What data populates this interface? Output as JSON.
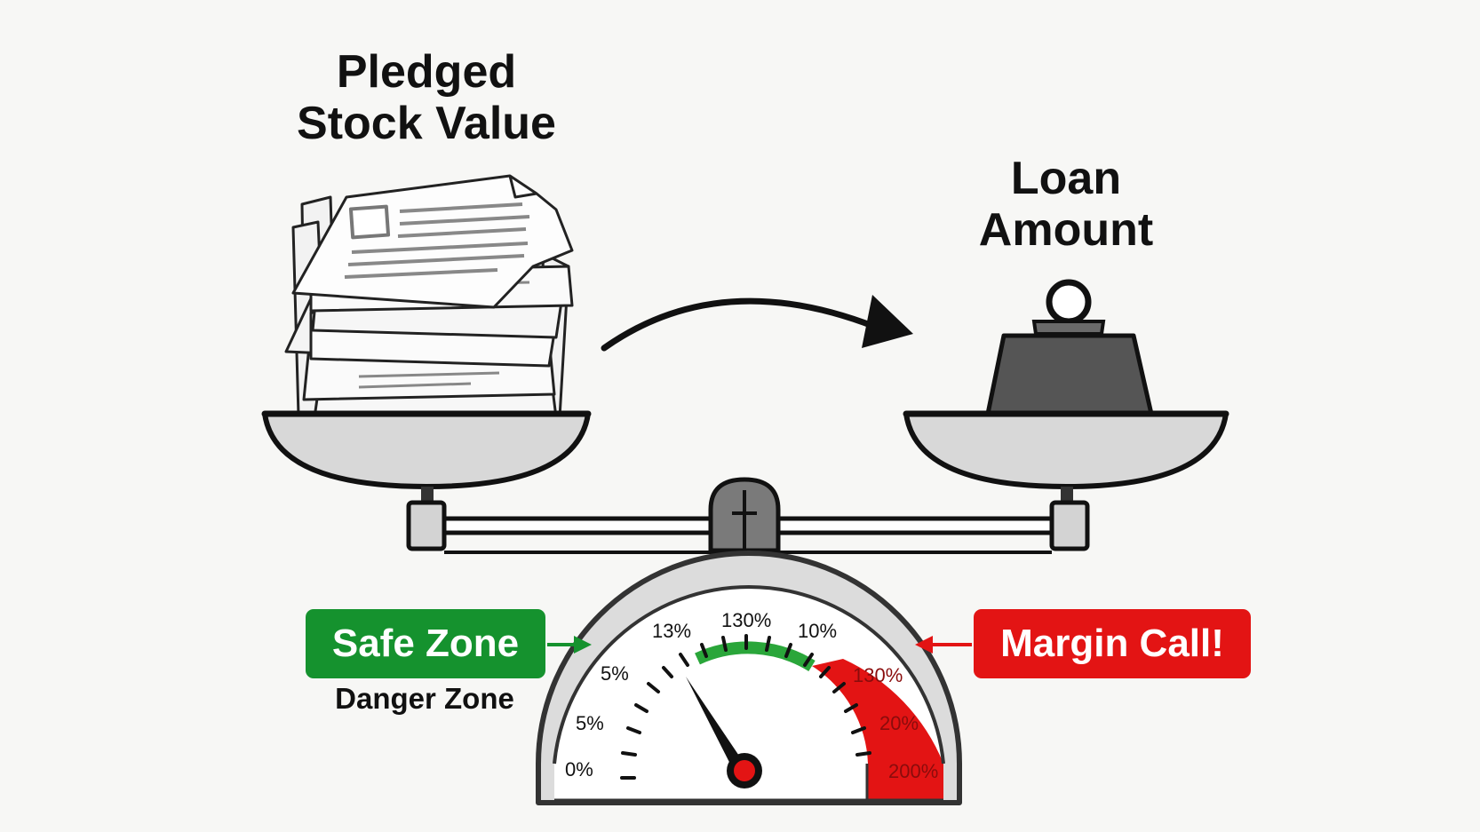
{
  "labels": {
    "pledged_stock_line1": "Pledged",
    "pledged_stock_line2": "Stock Value",
    "loan_amount_line1": "Loan",
    "loan_amount_line2": "Amount",
    "safe_zone": "Safe Zone",
    "danger_zone": "Danger Zone",
    "margin_call": "Margin Call!"
  },
  "gauge": {
    "tick_labels": [
      "0%",
      "5%",
      "5%",
      "13%",
      "130%",
      "10%",
      "130%",
      "20%",
      "200%"
    ]
  },
  "icons": {
    "left_pan_content": "stack-of-paper-documents-icon",
    "right_pan_content": "weight-icon",
    "transfer": "curved-arrow-icon"
  },
  "colors": {
    "safe": "#15922e",
    "danger": "#e31414",
    "gauge_green_arc": "#2aa63a",
    "needle_hub": "#e31414",
    "weight": "#555555",
    "scale_metal": "#d9d9d9",
    "outline": "#111111"
  }
}
